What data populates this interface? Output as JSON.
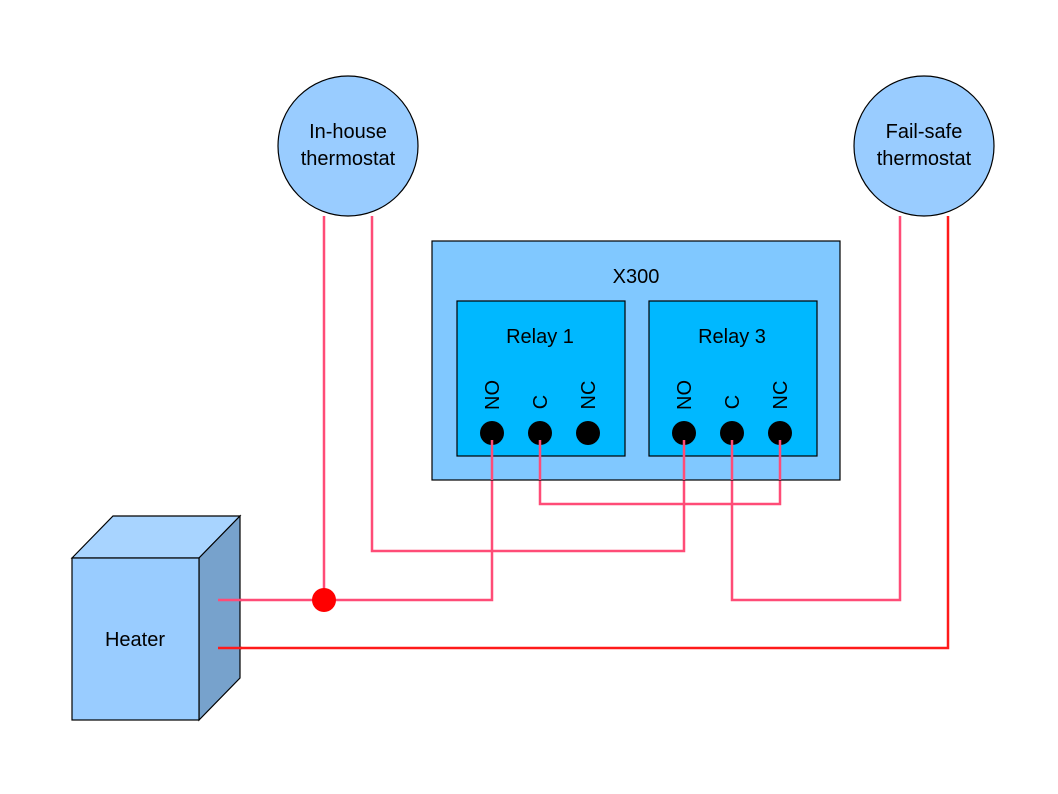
{
  "diagram": {
    "title": "X300 relay wiring to heater with in-house and fail-safe thermostats",
    "colors": {
      "thermostat_fill": "#99ccff",
      "device_fill": "#80c8ff",
      "relay_fill": "#00b8ff",
      "heater_front": "#99ccff",
      "heater_top": "#a8d4ff",
      "heater_side": "#77a2cc",
      "wire_pink": "#ff4c77",
      "wire_red": "#ff1a1a",
      "junction": "#ff0000",
      "terminal": "#000000"
    },
    "thermostats": {
      "in_house": {
        "line1": "In-house",
        "line2": "thermostat"
      },
      "fail_safe": {
        "line1": "Fail-safe",
        "line2": "thermostat"
      }
    },
    "device": {
      "label": "X300",
      "relays": [
        {
          "label": "Relay 1",
          "terminals": [
            "NO",
            "C",
            "NC"
          ]
        },
        {
          "label": "Relay 3",
          "terminals": [
            "NO",
            "C",
            "NC"
          ]
        }
      ]
    },
    "heater": {
      "label": "Heater"
    },
    "connections": [
      {
        "from": "In-house thermostat",
        "to": "Heater (junction with Relay 1 NO)"
      },
      {
        "from": "In-house thermostat",
        "to": "Relay 3 NO"
      },
      {
        "from": "Relay 1 C",
        "to": "Relay 3 NC"
      },
      {
        "from": "Relay 1 NO",
        "to": "Heater"
      },
      {
        "from": "Relay 3 C",
        "to": "Fail-safe thermostat"
      },
      {
        "from": "Fail-safe thermostat",
        "to": "Heater"
      }
    ]
  }
}
